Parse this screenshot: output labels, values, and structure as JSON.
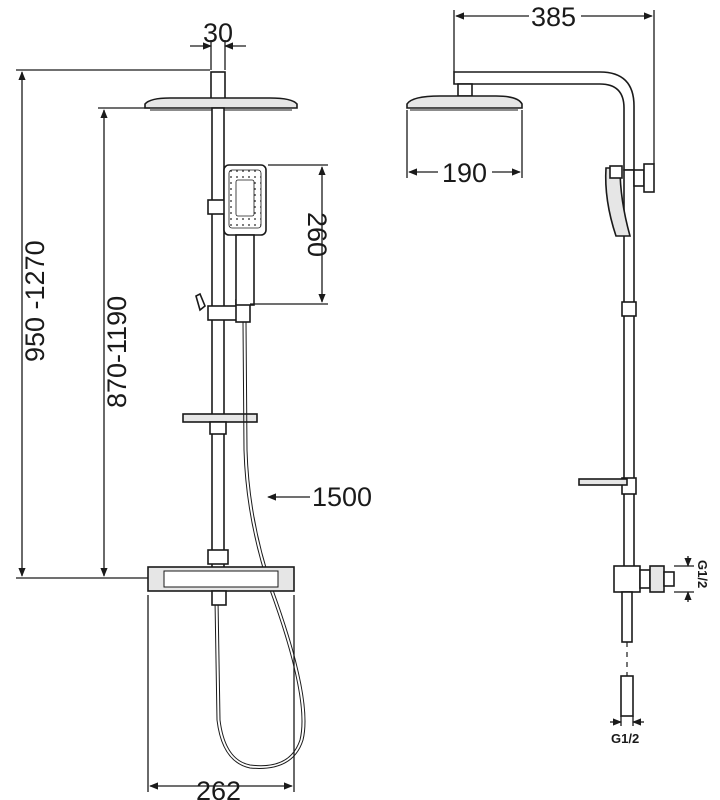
{
  "dimensions": {
    "pipe_width": "30",
    "arm_length": "385",
    "total_height": "950 -1270",
    "head_height": "870-1190",
    "handshower_length": "260",
    "hose_length": "1500",
    "head_diameter": "190",
    "mixer_spacing": "262",
    "inlet_thread_side": "G1/2",
    "inlet_thread_bottom": "G1/2"
  }
}
